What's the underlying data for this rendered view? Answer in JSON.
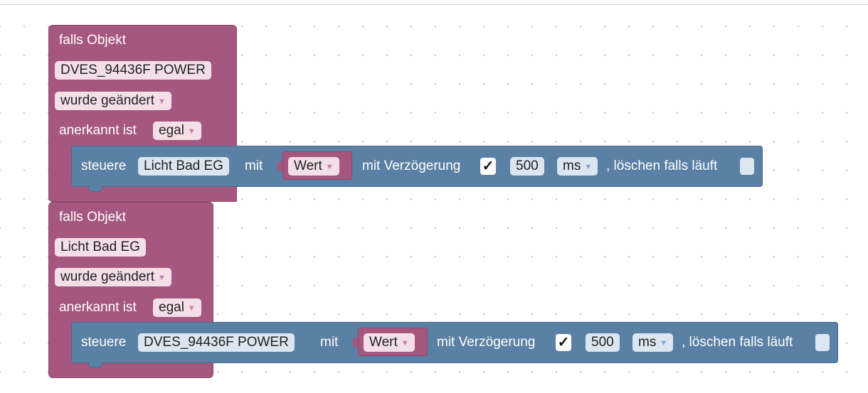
{
  "blocks": [
    {
      "header": "falls Objekt",
      "object": "DVES_94436F POWER",
      "trigger": "wurde geändert",
      "ack_label": "anerkannt ist",
      "ack_value": "egal",
      "action": {
        "control_label": "steuere",
        "target": "Licht Bad EG",
        "with_label": "mit",
        "value": "Wert",
        "delay_label": "mit Verzögerung",
        "delay_checked": "✓",
        "delay_ms": "500",
        "unit": "ms",
        "clear_label": ", löschen falls läuft"
      }
    },
    {
      "header": "falls Objekt",
      "object": "Licht Bad EG",
      "trigger": "wurde geändert",
      "ack_label": "anerkannt ist",
      "ack_value": "egal",
      "action": {
        "control_label": "steuere",
        "target": "DVES_94436F POWER",
        "with_label": "mit",
        "value": "Wert",
        "delay_label": "mit Verzögerung",
        "delay_checked": "✓",
        "delay_ms": "500",
        "unit": "ms",
        "clear_label": ", löschen falls läuft"
      }
    }
  ],
  "colors": {
    "event_block": "#a5577f",
    "action_block": "#5b80a5",
    "workspace": "#ffffff"
  }
}
